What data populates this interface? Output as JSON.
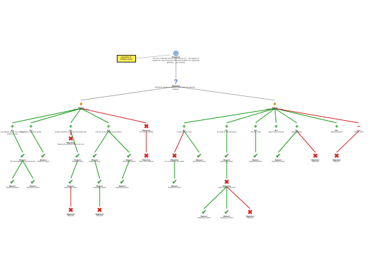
{
  "note": "Hyperlinks to: 'Pollock's Story'",
  "colors": {
    "support": "#1a9a1a",
    "object": "#d42424",
    "neutral": "#999999"
  },
  "nodes": {
    "objective_top": {
      "type": "Objective",
      "icon": "target-icon",
      "text": "The 'Tree' is Sibelius' famous 'scattering the sun' ... the question of whether the Tree of Trees from the famed 'Pollock Tree' experiment should be ... (text unclear)"
    },
    "question_main": {
      "type": "Question",
      "icon": "question-icon",
      "text": "Should we release our decision made about the objective ... Pollock?"
    },
    "idea_left": {
      "type": "Option",
      "icon": "lightbulb-icon",
      "text": "Option: Keep the Tree"
    },
    "idea_right": {
      "type": "Option",
      "icon": "lightbulb-icon",
      "text": "Option: Release the Tree"
    },
    "L1": {
      "type": "Pro",
      "icon": "plus-icon",
      "text": "We can always pay our Tree manager to monitor the tree"
    },
    "L2": {
      "type": "Pro",
      "icon": "plus-icon",
      "text": "We are not in a rush to decide"
    },
    "L3": {
      "type": "Pro",
      "icon": "plus-icon",
      "text": "Another objective is to review this option later"
    },
    "L4": {
      "type": "Pro",
      "icon": "plus-icon",
      "text": "The tree is not causing any problems"
    },
    "L5": {
      "type": "Objection",
      "icon": "x-icon",
      "text": "The tree is a liability"
    },
    "L1a": {
      "type": "Reason",
      "icon": "check-icon",
      "text": "The Tree Manager is good at his job"
    },
    "L2a": {
      "type": "Reason",
      "icon": "check-icon",
      "text": "Nothing is urgent"
    },
    "L3a": {
      "type": "Objection",
      "icon": "x-icon",
      "text": "Delaying the decision has its own cost"
    },
    "L3b": {
      "type": "Reason",
      "icon": "check-icon",
      "text": "Reason to keep"
    },
    "L4a": {
      "type": "Reason",
      "icon": "check-icon",
      "text": "Reason to keep"
    },
    "L4b": {
      "type": "Reason",
      "icon": "check-icon",
      "text": "Supporting reason"
    },
    "L5a": {
      "type": "Objection",
      "icon": "x-icon",
      "text": "There is no evidence"
    },
    "L1b": {
      "type": "Reason",
      "icon": "check-icon",
      "text": "Supporting reason"
    },
    "L1c": {
      "type": "Reason",
      "icon": "check-icon",
      "text": "Supporting reason"
    },
    "L3c": {
      "type": "Reason",
      "icon": "check-icon",
      "text": "Supporting reason"
    },
    "L3d": {
      "type": "Objection",
      "icon": "x-icon",
      "text": "Objection"
    },
    "L4c": {
      "type": "Reason",
      "icon": "check-icon",
      "text": "Supporting reason"
    },
    "L4d": {
      "type": "Objection",
      "icon": "x-icon",
      "text": "Objection"
    },
    "L4e": {
      "type": "Reason",
      "icon": "check-icon",
      "text": "Supporting reason"
    },
    "R1": {
      "type": "Pro",
      "icon": "plus-icon",
      "text": "It is good for the Tree"
    },
    "R2": {
      "type": "Pro",
      "icon": "plus-icon",
      "text": "It is good for the community"
    },
    "R3": {
      "type": "Pro",
      "icon": "plus-icon",
      "text": "The tree is old"
    },
    "R4": {
      "type": "Pro",
      "icon": "plus-icon",
      "text": "Others have done this"
    },
    "R5": {
      "type": "Pro",
      "icon": "plus-icon",
      "text": "Experts agree"
    },
    "R6": {
      "type": "Pro",
      "icon": "plus-icon",
      "text": "Supporting point"
    },
    "R7": {
      "type": "Con",
      "icon": "minus-icon",
      "text": "Counter point"
    },
    "R1a": {
      "type": "Objection",
      "icon": "x-icon",
      "text": "It is not what the tree wants"
    },
    "R1b": {
      "type": "Reason",
      "icon": "check-icon",
      "text": "Supporting reason"
    },
    "R2a": {
      "type": "Reason",
      "icon": "check-icon",
      "text": "Supporting reason"
    },
    "R3a": {
      "type": "Reason",
      "icon": "check-icon",
      "text": "Supporting reason"
    },
    "R5a": {
      "type": "Reason",
      "icon": "check-icon",
      "text": "Supporting reason"
    },
    "R5b": {
      "type": "Objection",
      "icon": "x-icon",
      "text": "Objection"
    },
    "R7a": {
      "type": "Objection",
      "icon": "x-icon",
      "text": "Objection"
    },
    "R1c": {
      "type": "Reason",
      "icon": "check-icon",
      "text": "Supporting reason"
    },
    "R2b": {
      "type": "Objection",
      "icon": "x-icon",
      "text": "People arrive at the Tree"
    },
    "R2c": {
      "type": "Reason",
      "icon": "check-icon",
      "text": "Supporting reason"
    },
    "R2d": {
      "type": "Reason",
      "icon": "check-icon",
      "text": "Supporting reason"
    },
    "R2e": {
      "type": "Objection",
      "icon": "x-icon",
      "text": "Objection"
    }
  }
}
